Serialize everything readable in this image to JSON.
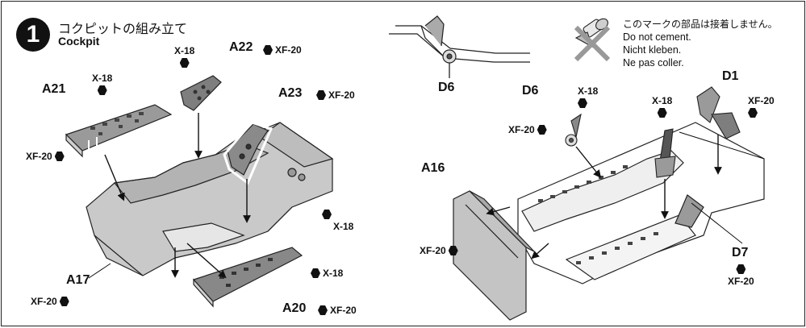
{
  "step": {
    "number": "1",
    "title_jp": "コクピットの組み立て",
    "title_en": "Cockpit"
  },
  "notice": {
    "jp": "このマークの部品は接着しません。",
    "en": "Do not cement.",
    "de": "Nicht kleben.",
    "fr": "Ne pas coller."
  },
  "parts": {
    "a21": "A21",
    "a22": "A22",
    "a23": "A23",
    "a17": "A17",
    "a20": "A20",
    "a16": "A16",
    "d6_top": "D6",
    "d6": "D6",
    "d1": "D1",
    "d7": "D7"
  },
  "paints": {
    "x18_a21": "X-18",
    "xf20_a21": "XF-20",
    "x18_a22": "X-18",
    "xf20_a22": "XF-20",
    "xf20_a23": "XF-20",
    "x18_tub": "X-18",
    "x18_a20": "X-18",
    "xf20_a20": "XF-20",
    "xf20_a17": "XF-20",
    "x18_d6": "X-18",
    "xf20_d6": "XF-20",
    "x18_stick": "X-18",
    "xf20_d1": "XF-20",
    "xf20_a16": "XF-20",
    "xf20_d7": "XF-20"
  }
}
